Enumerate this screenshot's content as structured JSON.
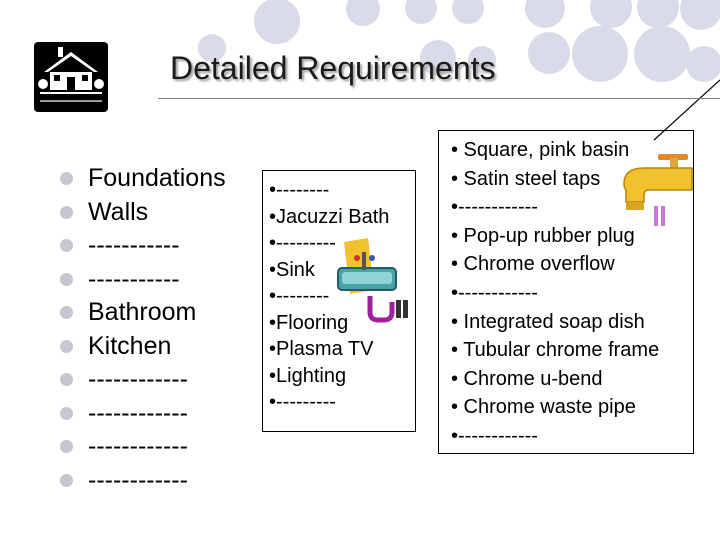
{
  "slide": {
    "title": "Detailed Requirements"
  },
  "left_list": [
    "Foundations",
    "Walls",
    "-----------",
    "-----------",
    "Bathroom",
    "Kitchen",
    "------------",
    "------------",
    "------------",
    "------------"
  ],
  "bathroom_box": [
    "•--------",
    "•Jacuzzi Bath",
    "•---------",
    "•Sink",
    "•--------",
    "•Flooring",
    "•Plasma TV",
    "•Lighting",
    "•---------"
  ],
  "sink_box": [
    "• Square, pink basin",
    "• Satin steel taps",
    "•------------",
    "• Pop-up rubber plug",
    "• Chrome overflow",
    "•------------",
    "• Integrated soap dish",
    "• Tubular chrome frame",
    "• Chrome u-bend",
    "• Chrome waste pipe",
    "•------------"
  ],
  "icons": {
    "house": "house-clipart-icon",
    "sink": "sink-clipart-icon",
    "tap": "tap-clipart-icon",
    "bullet": "circle-bullet-icon"
  },
  "colors": {
    "bullet": "#c5c6d0",
    "deco_circles": "#d9dbe8",
    "tap_gold": "#f2c12e"
  }
}
